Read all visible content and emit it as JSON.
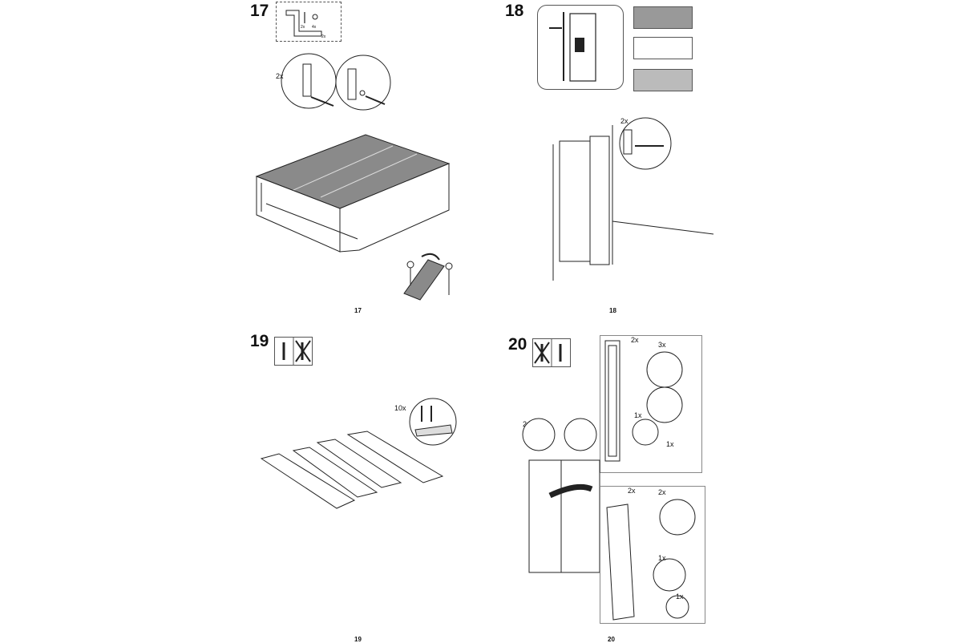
{
  "steps": [
    {
      "number": "17",
      "page": "17",
      "callouts": [
        "2x"
      ],
      "kit_labels": [
        "2x",
        "4x",
        "2x"
      ]
    },
    {
      "number": "18",
      "page": "18",
      "callouts": [
        "2x"
      ]
    },
    {
      "number": "19",
      "page": "19",
      "callouts": [
        "10x"
      ]
    },
    {
      "number": "20",
      "page": "20",
      "callouts": [
        "2x",
        "2x",
        "3x",
        "1x",
        "1x",
        "2x",
        "2x",
        "1x",
        "1x"
      ]
    }
  ],
  "colors": {
    "ink": "#222222",
    "grey": "#999999",
    "panel_grey": "#8a8a8a",
    "light": "#e5e5e5"
  }
}
